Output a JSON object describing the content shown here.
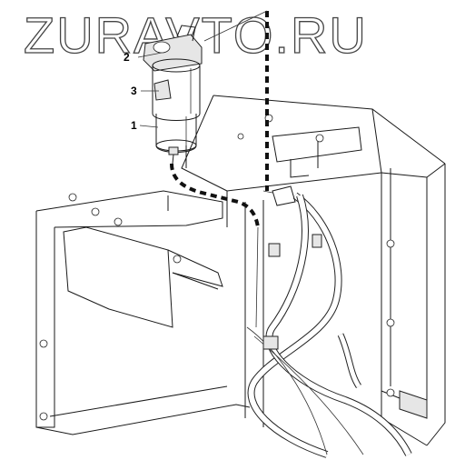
{
  "watermark": "ZURAVTO.RU",
  "callouts": [
    {
      "id": "callout-1",
      "label": "1"
    },
    {
      "id": "callout-2",
      "label": "2"
    },
    {
      "id": "callout-3",
      "label": "3"
    }
  ],
  "colors": {
    "line": "#1a1a1a",
    "background": "#ffffff"
  }
}
